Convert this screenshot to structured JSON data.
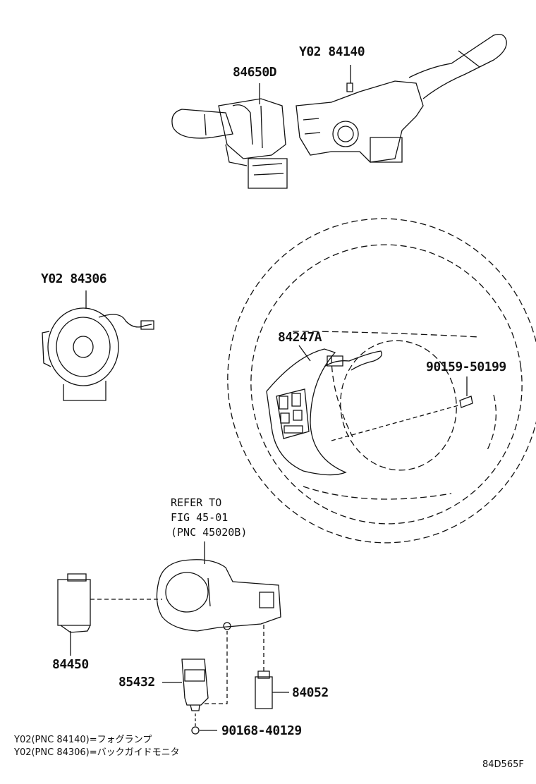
{
  "parts": {
    "p84650D": "84650D",
    "p84140": "Y02 84140",
    "p84306": "Y02 84306",
    "p84247A": "84247A",
    "p90159": "90159-50199",
    "p84450": "84450",
    "p85432": "85432",
    "p84052": "84052",
    "p90168": "90168-40129"
  },
  "reference": {
    "line1": "REFER TO",
    "line2": "FIG 45-01",
    "line3": "(PNC 45020B)"
  },
  "notes": {
    "note1": "Y02(PNC 84140)=フォグランプ",
    "note2": "Y02(PNC 84306)=バックガイドモニタ"
  },
  "figure_code": "84D565F"
}
